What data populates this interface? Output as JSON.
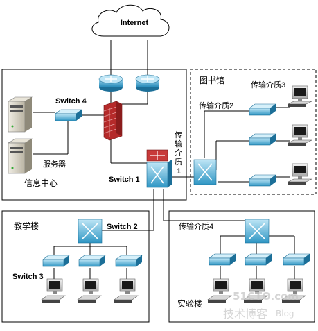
{
  "labels": {
    "internet": "Internet",
    "library": "图书馆",
    "medium3": "传输介质3",
    "medium2": "传输介质2",
    "medium1_line1": "传",
    "medium1_line2": "输",
    "medium1_line3": "介",
    "medium1_line4": "质",
    "medium1_line5": "1",
    "switch4": "Switch 4",
    "server": "服务器",
    "info_center": "信息中心",
    "switch1": "Switch 1",
    "teaching": "教学楼",
    "switch2": "Switch 2",
    "switch3": "Switch 3",
    "medium4": "传输介质4",
    "lab": "实验楼"
  },
  "watermark": {
    "line1": "51CTO.com",
    "line2": "技术博客",
    "line3": "Blog"
  }
}
